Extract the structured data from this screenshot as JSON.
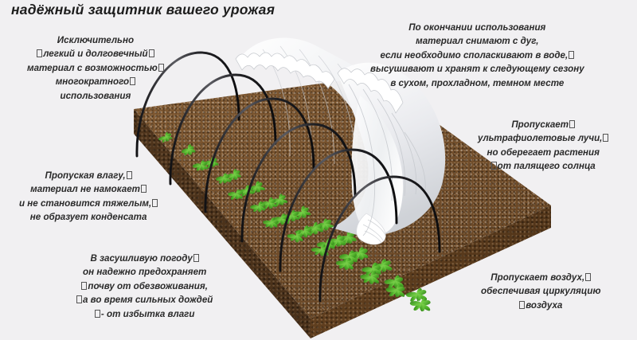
{
  "page": {
    "language": "ru",
    "background_color": "#f1f0f2",
    "text_color": "#2a2a2a",
    "title": "надёжный защитник вашего урожая"
  },
  "illustration": {
    "name": "agro-fabric-greenhouse-tunnel",
    "soil_color": "#7b552f",
    "soil_side_color": "#4a311a",
    "arch_color": "#1f1f22",
    "fabric_color": "#ffffff",
    "plant_color": "#4fb02a",
    "arch_count": 6,
    "plant_row_count": 4
  },
  "notes": {
    "lightweight": {
      "name": "note-lightweight",
      "lines": [
        {
          "text": "Исключительно",
          "tofu_before": false,
          "tofu_after": false
        },
        {
          "text": "легкий и долговечный",
          "tofu_before": true,
          "tofu_after": true
        },
        {
          "text": "материал с возможностью",
          "tofu_before": false,
          "tofu_after": true
        },
        {
          "text": "многократного",
          "tofu_before": false,
          "tofu_after": true
        },
        {
          "text": "использования",
          "tofu_before": false,
          "tofu_after": false
        }
      ]
    },
    "storage": {
      "name": "note-storage",
      "lines": [
        {
          "text": "По окончании использования",
          "tofu_before": false,
          "tofu_after": false
        },
        {
          "text": "материал снимают с дуг,",
          "tofu_before": false,
          "tofu_after": false
        },
        {
          "text": "если необходимо споласкивают в воде,",
          "tofu_before": false,
          "tofu_after": true
        },
        {
          "text": "высушивают и хранят к следующему сезону",
          "tofu_before": false,
          "tofu_after": false
        },
        {
          "text": "в сухом, прохладном, темном месте",
          "tofu_before": false,
          "tofu_after": false
        }
      ]
    },
    "uv": {
      "name": "note-uv-protection",
      "lines": [
        {
          "text": "Пропускает",
          "tofu_before": false,
          "tofu_after": true
        },
        {
          "text": "ультрафиолетовые лучи,",
          "tofu_before": false,
          "tofu_after": true
        },
        {
          "text": "но оберегает растения",
          "tofu_before": false,
          "tofu_after": false
        },
        {
          "text": "от палящего солнца",
          "tofu_before": true,
          "tofu_after": false
        }
      ]
    },
    "moisture": {
      "name": "note-moisture",
      "lines": [
        {
          "text": "Пропуская влагу,",
          "tofu_before": false,
          "tofu_after": true
        },
        {
          "text": "материал не намокает",
          "tofu_before": false,
          "tofu_after": true
        },
        {
          "text": "и не становится тяжелым,",
          "tofu_before": false,
          "tofu_after": true
        },
        {
          "text": "не образует конденсата",
          "tofu_before": false,
          "tofu_after": false
        }
      ]
    },
    "drought": {
      "name": "note-drought",
      "lines": [
        {
          "text": "В засушливую погоду",
          "tofu_before": false,
          "tofu_after": true
        },
        {
          "text": "он надежно предохраняет",
          "tofu_before": false,
          "tofu_after": false
        },
        {
          "text": "почву от обезвоживания,",
          "tofu_before": true,
          "tofu_after": false
        },
        {
          "text": "а во время сильных дождей",
          "tofu_before": true,
          "tofu_after": false
        },
        {
          "text": "- от избытка влаги",
          "tofu_before": true,
          "tofu_after": false
        }
      ]
    },
    "air": {
      "name": "note-air-circulation",
      "lines": [
        {
          "text": "Пропускает воздух,",
          "tofu_before": false,
          "tofu_after": true
        },
        {
          "text": "обеспечивая циркуляцию",
          "tofu_before": false,
          "tofu_after": false
        },
        {
          "text": "воздуха",
          "tofu_before": true,
          "tofu_after": false
        }
      ]
    }
  }
}
